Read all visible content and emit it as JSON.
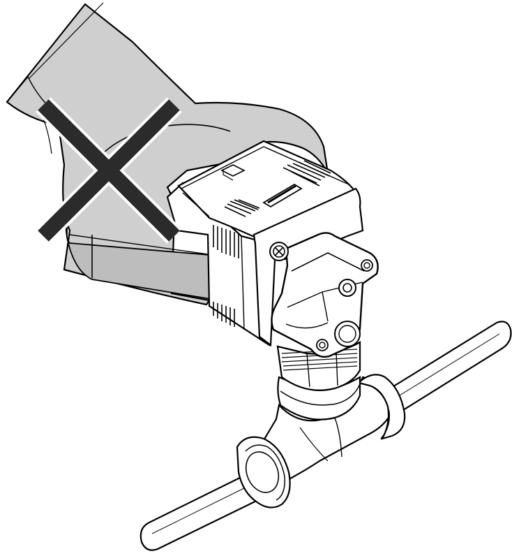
{
  "illustration": {
    "kind": "technical-line-drawing",
    "subject": "pressure-sensor-on-tee-pipe-fitting",
    "tool": "wrench",
    "marker": "prohibition-cross",
    "colors": {
      "background": "#ffffff",
      "line": "#000000",
      "wrench_fill": "#cfcfcf",
      "wrench_shadow": "#bdbdbd",
      "cross_fill": "#2b2b2b",
      "cross_outline": "#ffffff",
      "part_fill": "#ffffff"
    }
  }
}
